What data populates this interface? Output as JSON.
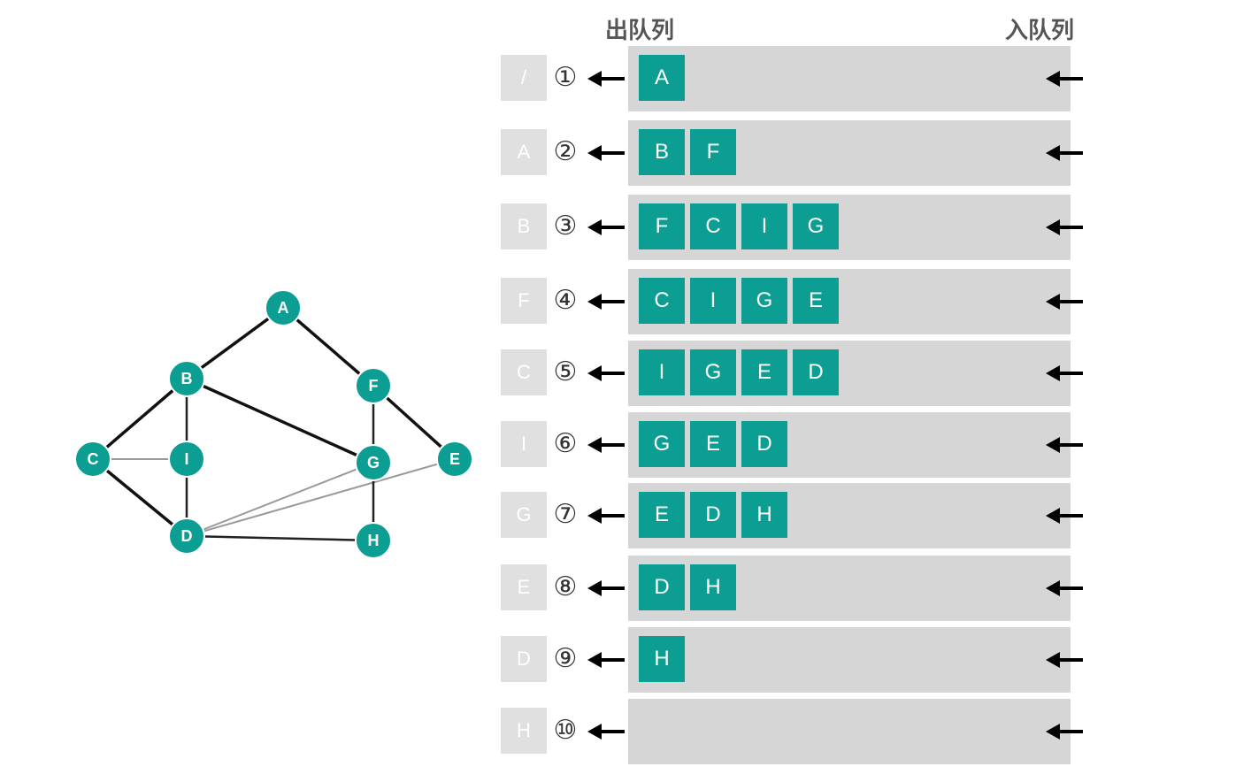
{
  "headers": {
    "dequeue": "出队列",
    "enqueue": "入队列"
  },
  "graph": {
    "nodes": [
      "A",
      "B",
      "F",
      "C",
      "I",
      "G",
      "E",
      "D",
      "H"
    ],
    "edges_bold": [
      [
        "A",
        "B"
      ],
      [
        "A",
        "F"
      ],
      [
        "B",
        "C"
      ],
      [
        "B",
        "G"
      ],
      [
        "F",
        "E"
      ],
      [
        "C",
        "D"
      ]
    ],
    "edges_normal": [
      [
        "B",
        "I"
      ],
      [
        "I",
        "D"
      ],
      [
        "F",
        "G"
      ],
      [
        "G",
        "H"
      ],
      [
        "D",
        "H"
      ]
    ],
    "edges_light": [
      [
        "C",
        "I"
      ],
      [
        "D",
        "G"
      ],
      [
        "D",
        "E"
      ]
    ]
  },
  "steps": [
    {
      "num": "①",
      "dequeued": "/",
      "queue": [
        "A"
      ]
    },
    {
      "num": "②",
      "dequeued": "A",
      "queue": [
        "B",
        "F"
      ]
    },
    {
      "num": "③",
      "dequeued": "B",
      "queue": [
        "F",
        "C",
        "I",
        "G"
      ]
    },
    {
      "num": "④",
      "dequeued": "F",
      "queue": [
        "C",
        "I",
        "G",
        "E"
      ]
    },
    {
      "num": "⑤",
      "dequeued": "C",
      "queue": [
        "I",
        "G",
        "E",
        "D"
      ]
    },
    {
      "num": "⑥",
      "dequeued": "I",
      "queue": [
        "G",
        "E",
        "D"
      ]
    },
    {
      "num": "⑦",
      "dequeued": "G",
      "queue": [
        "E",
        "D",
        "H"
      ]
    },
    {
      "num": "⑧",
      "dequeued": "E",
      "queue": [
        "D",
        "H"
      ]
    },
    {
      "num": "⑨",
      "dequeued": "D",
      "queue": [
        "H"
      ]
    },
    {
      "num": "⑩",
      "dequeued": "H",
      "queue": []
    }
  ],
  "colors": {
    "node": "#0c9e92",
    "bar": "#d6d6d6",
    "dequeued_box": "#e0e0e0"
  }
}
